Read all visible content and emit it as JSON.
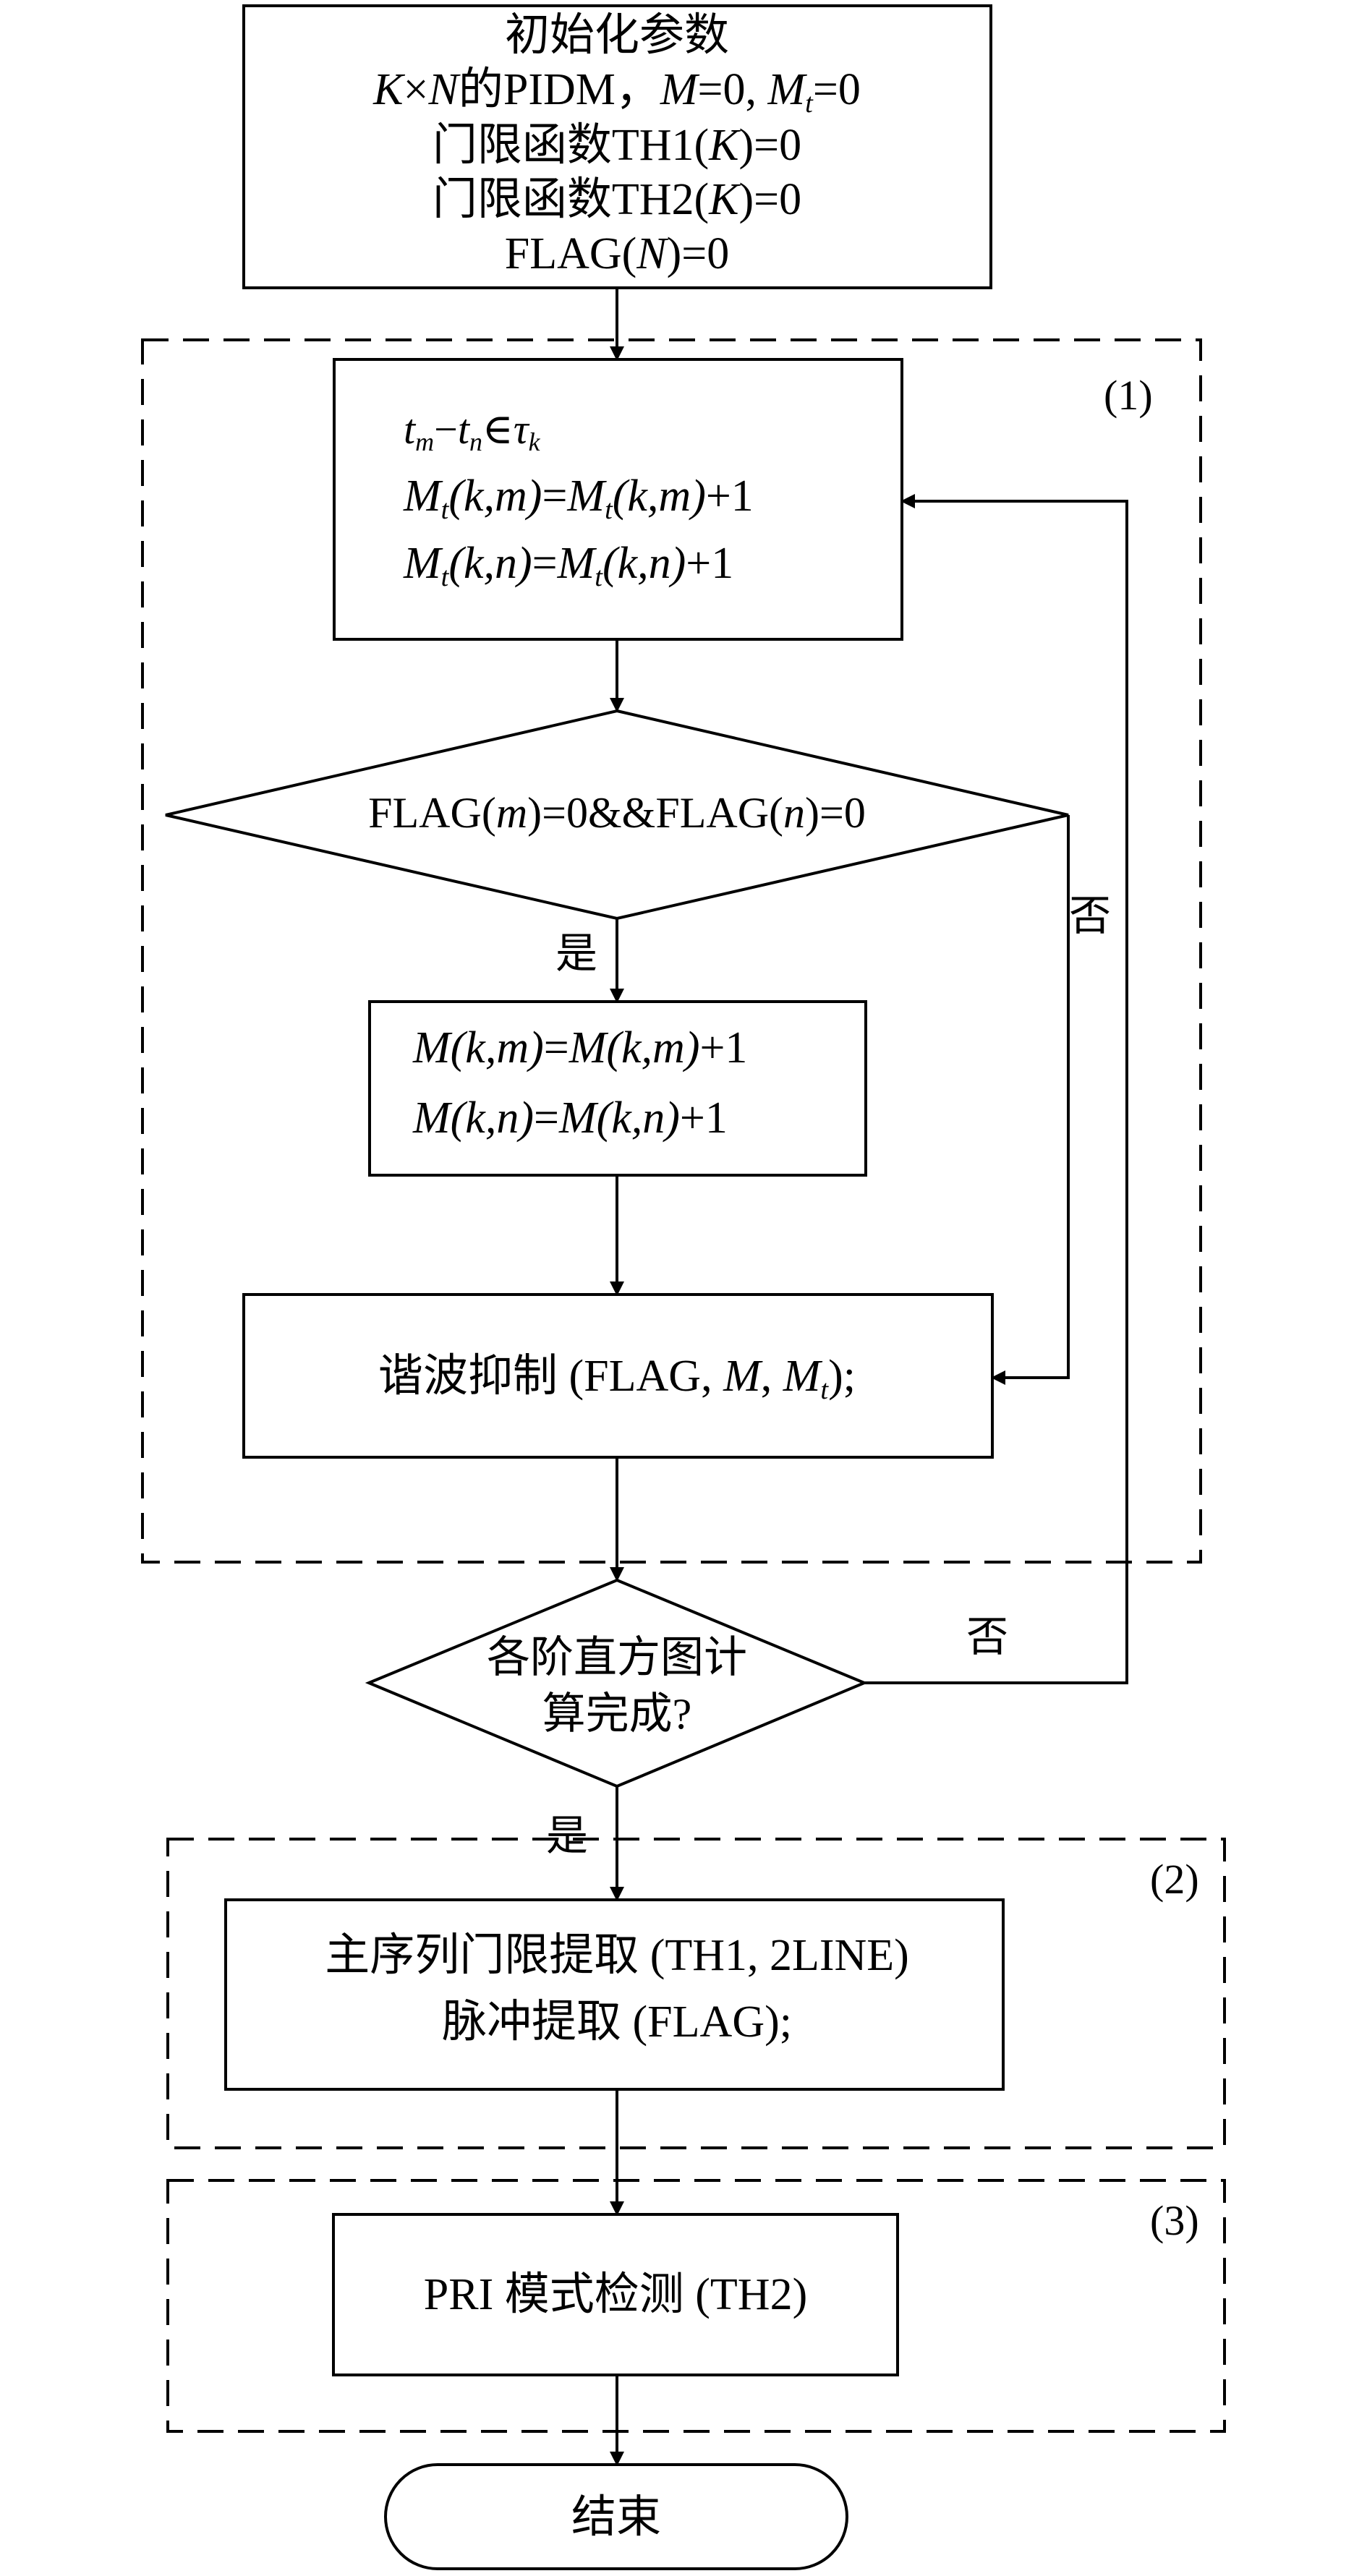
{
  "colors": {
    "stroke": "#000000",
    "background": "#ffffff"
  },
  "init_box": {
    "line1": "初始化参数",
    "line2": {
      "K": "K",
      "times": "×",
      "N": "N",
      "rest": "的PIDM，",
      "M": "M",
      "eq0a": "=0, ",
      "Mt": "M",
      "t": "t",
      "eq0b": "=0"
    },
    "line3": {
      "pre": "门限函数TH1(",
      "K": "K",
      "post": ")=0"
    },
    "line4": {
      "pre": "门限函数TH2(",
      "K": "K",
      "post": ")=0"
    },
    "line5": {
      "pre": "FLAG(",
      "N": "N",
      "post": ")=0"
    }
  },
  "section1": {
    "label": "(1)",
    "update_box": {
      "line1": {
        "t1": "t",
        "m": "m",
        "minus": "−",
        "t2": "t",
        "n": "n",
        "in": "∈",
        "tau": "τ",
        "k": "k"
      },
      "line2": {
        "M": "M",
        "t": "t",
        "args": "(k,m)",
        "eq": "=",
        "M2": "M",
        "t2": "t",
        "args2": "(k,m)",
        "plus": "+1"
      },
      "line3": {
        "M": "M",
        "t": "t",
        "args": "(k,n)",
        "eq": "=",
        "M2": "M",
        "t2": "t",
        "args2": "(k,n)",
        "plus": "+1"
      }
    },
    "decision": {
      "a": "FLAG(",
      "m": "m",
      "b": ")=0&&FLAG(",
      "n": "n",
      "c": ")=0"
    },
    "yes_label": "是",
    "no_label": "否",
    "increment_box": {
      "line1": {
        "M": "M",
        "args": "(k,m)",
        "eq": "=",
        "M2": "M",
        "args2": "(k,m)",
        "plus": "+1"
      },
      "line2": {
        "M": "M",
        "args": "(k,n)",
        "eq": "=",
        "M2": "M",
        "args2": "(k,n)",
        "plus": "+1"
      }
    },
    "harmonic_box": {
      "pre": "谐波抑制 (FLAG, ",
      "M": "M",
      "comma": ", ",
      "Mt": "M",
      "t": "t",
      "post": ");"
    }
  },
  "loop_decision": {
    "line1": "各阶直方图计",
    "line2": "算完成?",
    "no_label": "否",
    "yes_label": "是"
  },
  "section2": {
    "label": "(2)",
    "line1": "主序列门限提取 (TH1, 2LINE)",
    "line2": "脉冲提取 (FLAG);"
  },
  "section3": {
    "label": "(3)",
    "text": "PRI 模式检测 (TH2)"
  },
  "end": {
    "text": "结束"
  }
}
